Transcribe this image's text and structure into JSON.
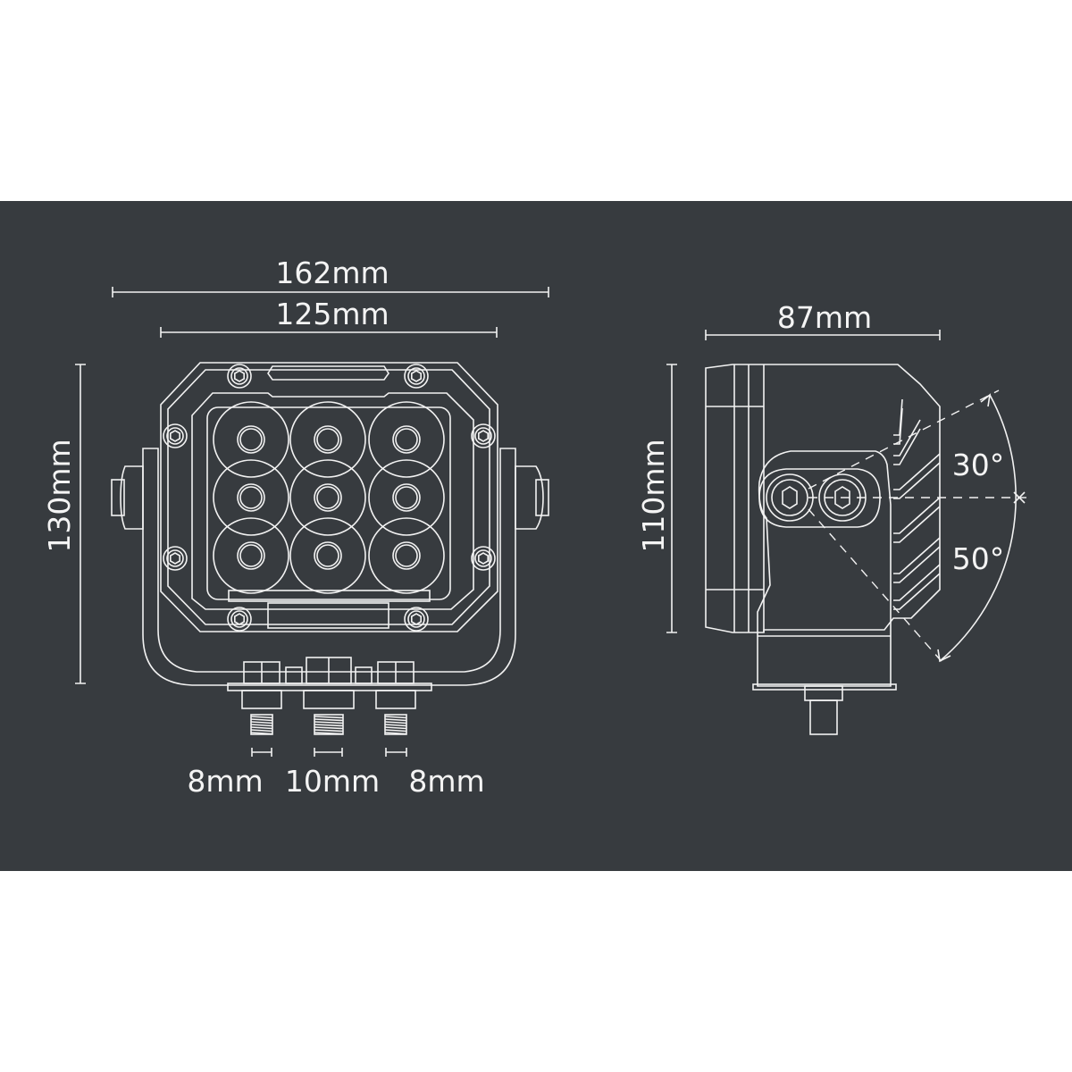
{
  "colors": {
    "background": "#373b3f",
    "line": "#f2f2f2",
    "page": "#ffffff"
  },
  "front_view": {
    "width_overall": "162mm",
    "width_body": "125mm",
    "height_overall": "130mm",
    "terminals": [
      "8mm",
      "10mm",
      "8mm"
    ]
  },
  "side_view": {
    "depth": "87mm",
    "height": "110mm",
    "tilt_up": "30°",
    "tilt_down": "50°"
  }
}
